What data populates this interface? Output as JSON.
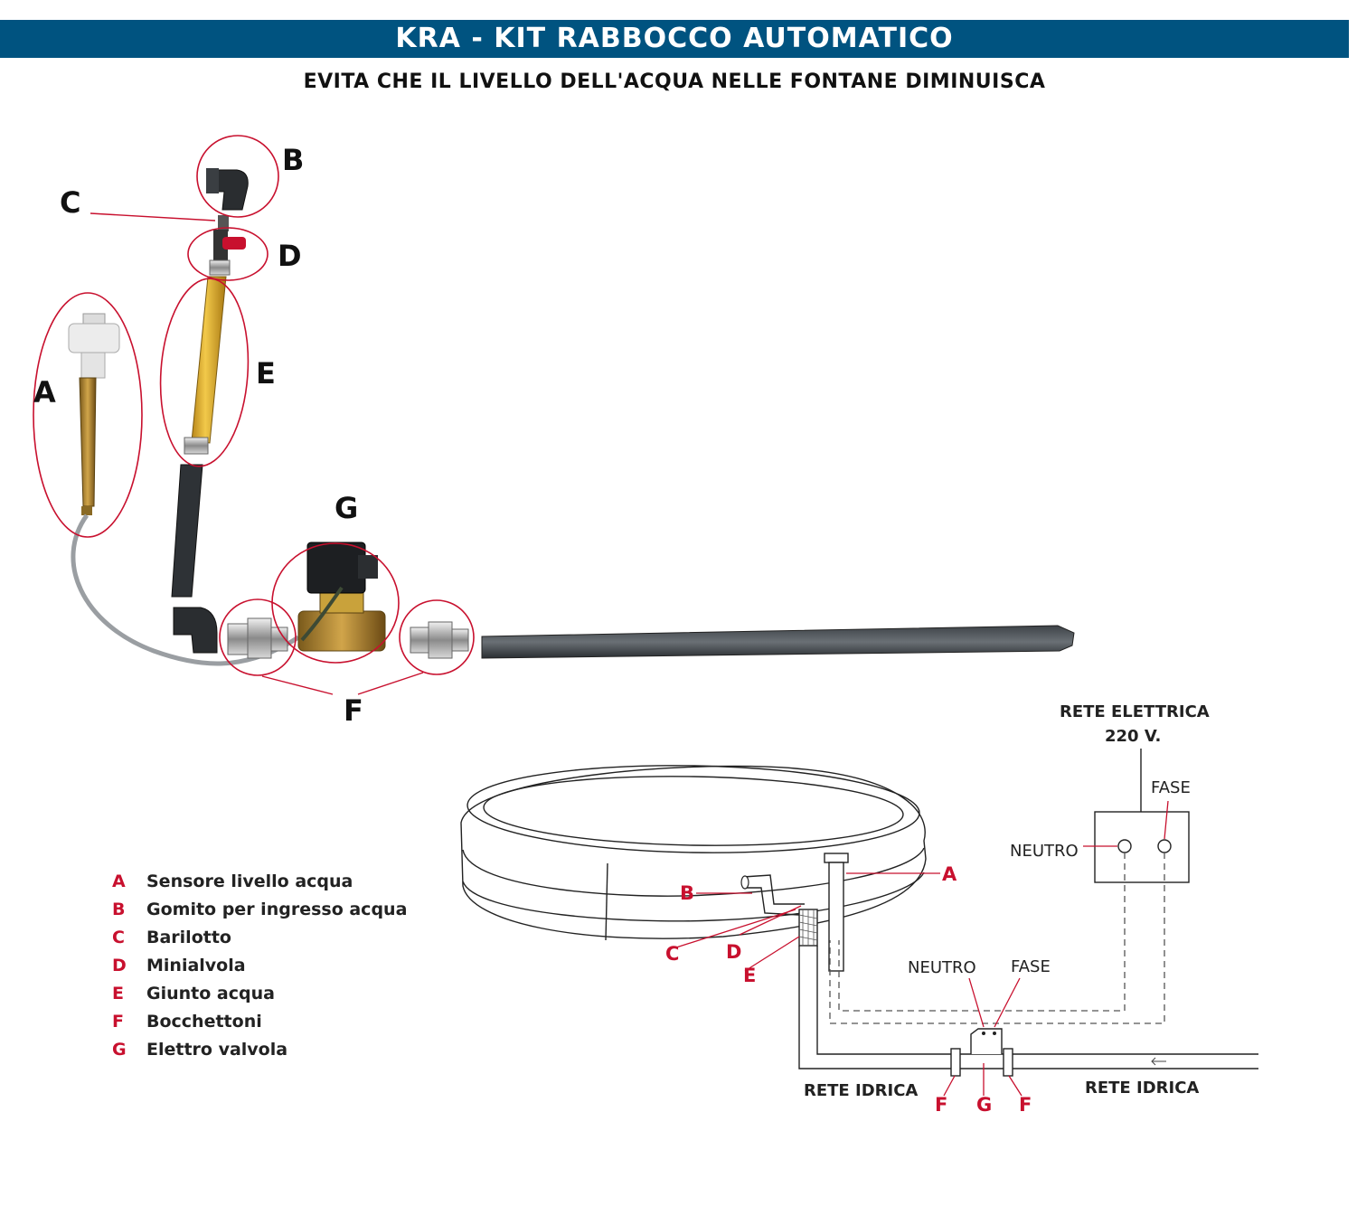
{
  "header": {
    "title": "KRA - KIT RABBOCCO AUTOMATICO",
    "subtitle": "EVITA CHE IL LIVELLO DELL'ACQUA NELLE FONTANE DIMINUISCA"
  },
  "photo_labels": {
    "a": "A",
    "b": "B",
    "c": "C",
    "d": "D",
    "e": "E",
    "f": "F",
    "g": "G"
  },
  "legend": [
    {
      "letter": "A",
      "text": "Sensore livello acqua"
    },
    {
      "letter": "B",
      "text": "Gomito per ingresso acqua"
    },
    {
      "letter": "C",
      "text": "Barilotto"
    },
    {
      "letter": "D",
      "text": "Minialvola"
    },
    {
      "letter": "E",
      "text": "Giunto acqua"
    },
    {
      "letter": "F",
      "text": "Bocchettoni"
    },
    {
      "letter": "G",
      "text": "Elettro valvola"
    }
  ],
  "schematic": {
    "power_title": "RETE ELETTRICA",
    "power_voltage": "220 V.",
    "fase_top": "FASE",
    "neutro_left": "NEUTRO",
    "neutro_valve": "NEUTRO",
    "fase_valve": "FASE",
    "rete_idrica_left": "RETE IDRICA",
    "rete_idrica_right": "RETE IDRICA",
    "labels": {
      "a": "A",
      "b": "B",
      "c": "C",
      "d": "D",
      "e": "E",
      "f1": "F",
      "g": "G",
      "f2": "F"
    }
  },
  "colors": {
    "banner": "#005380",
    "callout_red": "#c8102e",
    "pipe_yellow": "#e9b52c",
    "brass": "#c9a23b"
  }
}
